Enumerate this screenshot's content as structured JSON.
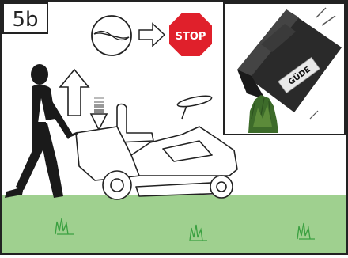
{
  "panel": {
    "step_label": "5b",
    "stop_sign_text": "STOP",
    "brand_text": "GÜDE"
  },
  "icons": {
    "blade": "mower-blade-icon",
    "arrow_right": "arrow-right-icon",
    "stop": "stop-sign-icon",
    "arrow_up": "arrow-up-icon",
    "arrow_down": "arrow-down-icon",
    "person": "person-silhouette",
    "mower": "ride-on-mower",
    "bag": "grass-catcher-bag",
    "grass_tuft": "grass-tuft-icon"
  },
  "colors": {
    "frame": "#222222",
    "ground": "#9fd08f",
    "stop_red": "#e0202b",
    "bag_dark": "#2a2a2a",
    "grass_dark": "#3d6b2a",
    "tuft_green": "#3aa040"
  }
}
